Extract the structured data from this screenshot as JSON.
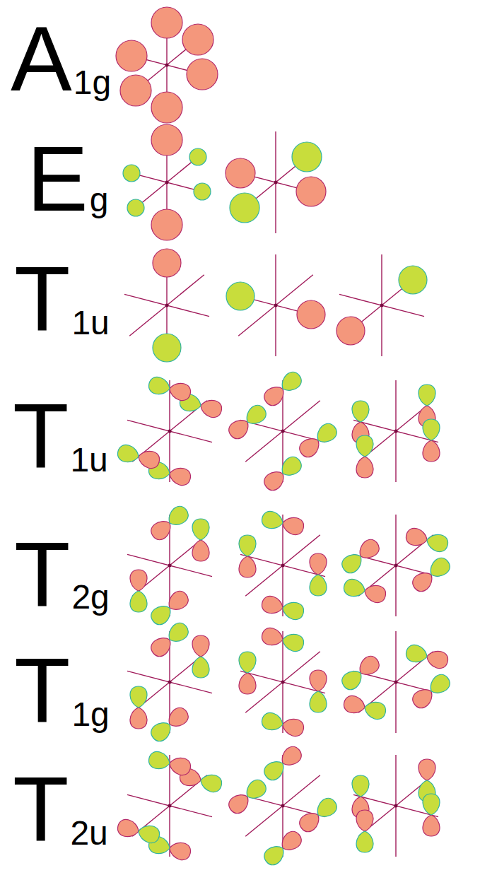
{
  "diagram": {
    "labels": [
      "A",
      "1g",
      "E",
      "g",
      "T",
      "1u",
      "T",
      "1u",
      "T",
      "2g",
      "T",
      "1g",
      "T",
      "2u"
    ]
  }
}
